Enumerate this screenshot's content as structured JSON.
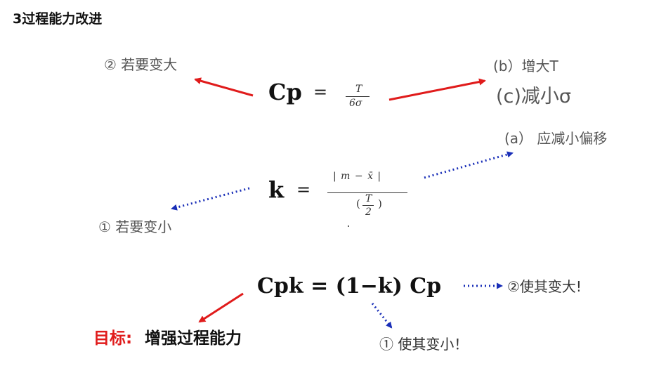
{
  "title": "3过程能力改进",
  "formula_cp": {
    "lhs": "Cp",
    "eq": "=",
    "numerator": "T",
    "denominator": "6σ"
  },
  "formula_k": {
    "lhs": "k",
    "eq": "=",
    "numerator": "| m −  x̄  |",
    "denominator": "( T/2 )",
    "den_top": "T",
    "den_bottom": "2",
    "paren_left": "(",
    "paren_right": ")"
  },
  "formula_cpk": {
    "text": "Cpk = (1−k) Cp"
  },
  "notes": {
    "cp_left": "② 若要变大",
    "cp_right_b": "(b）增大T",
    "cp_right_c": "(c)减小σ",
    "k_right_a": "(a） 应减小偏移",
    "k_left": "① 若要变小",
    "cpk_right": "②使其变大!",
    "cpk_bottom": "① 使其变小！"
  },
  "goal": {
    "label": "目标:",
    "text": "增强过程能力"
  },
  "colors": {
    "red_arrow": "#e01b1b",
    "blue_arrow": "#1a2fb8",
    "goal_red": "#e01b1b"
  }
}
